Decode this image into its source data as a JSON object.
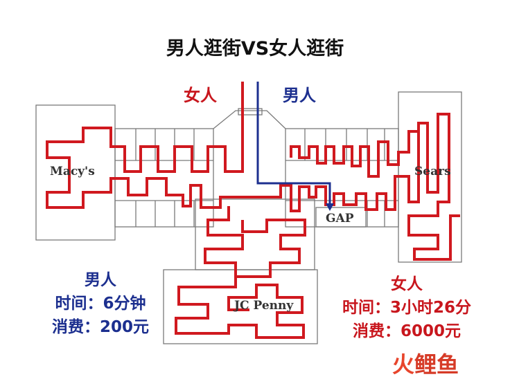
{
  "title": "男人逛街VS女人逛街",
  "labels": {
    "woman": "女人",
    "man": "男人"
  },
  "stores": {
    "macys": "Macy's",
    "sears": "Sears",
    "gap": "GAP",
    "jcpenny": "JC Penny"
  },
  "man_stats": {
    "label": "男人",
    "time": "时间：6分钟",
    "cost": "消费：200元"
  },
  "woman_stats": {
    "label": "女人",
    "time": "时间：3小时26分",
    "cost": "消费：6000元"
  },
  "logo": {
    "part1": "火",
    "part2": "鲤鱼"
  },
  "colors": {
    "woman_path": "#d0191f",
    "man_path": "#1c2f8f",
    "walls": "#7a7a7a"
  }
}
